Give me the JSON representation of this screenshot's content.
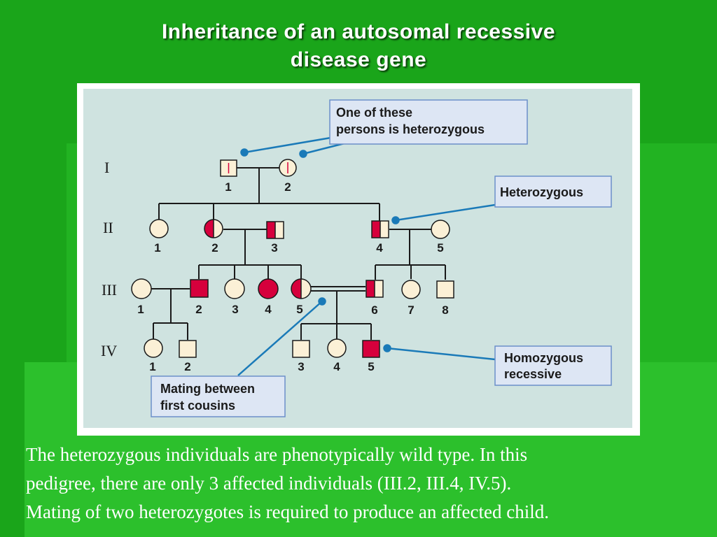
{
  "title": {
    "line1": "Inheritance of an autosomal recessive",
    "line2": "disease gene"
  },
  "generations": [
    "I",
    "II",
    "III",
    "IV"
  ],
  "individual_numbers": {
    "gen1": [
      "1",
      "2"
    ],
    "gen2": [
      "1",
      "2",
      "3",
      "4",
      "5"
    ],
    "gen3": [
      "1",
      "2",
      "3",
      "4",
      "5",
      "6",
      "7",
      "8"
    ],
    "gen4": [
      "1",
      "2",
      "3",
      "4",
      "5"
    ]
  },
  "callouts": {
    "one_heterozygous": [
      "One of these",
      "persons is heterozygous"
    ],
    "heterozygous": [
      "Heterozygous"
    ],
    "homozygous": [
      "Homozygous",
      "recessive"
    ],
    "first_cousins": [
      "Mating between",
      "first cousins"
    ]
  },
  "colors": {
    "affected": "#d6003c",
    "unaffected": "#fbf0d6",
    "line": "#1a1a1a",
    "callout_line": "#1a7ab8",
    "callout_fill": "#dde6f4",
    "callout_border": "#6b8fc9",
    "panel": "#cfe3e0",
    "background": "#1aa51a"
  },
  "caption": [
    "The heterozygous individuals are phenotypically wild type. In this",
    "pedigree, there are only 3 affected individuals (III.2, III.4, IV.5).",
    "Mating of two heterozygotes is required to produce an affected child."
  ]
}
